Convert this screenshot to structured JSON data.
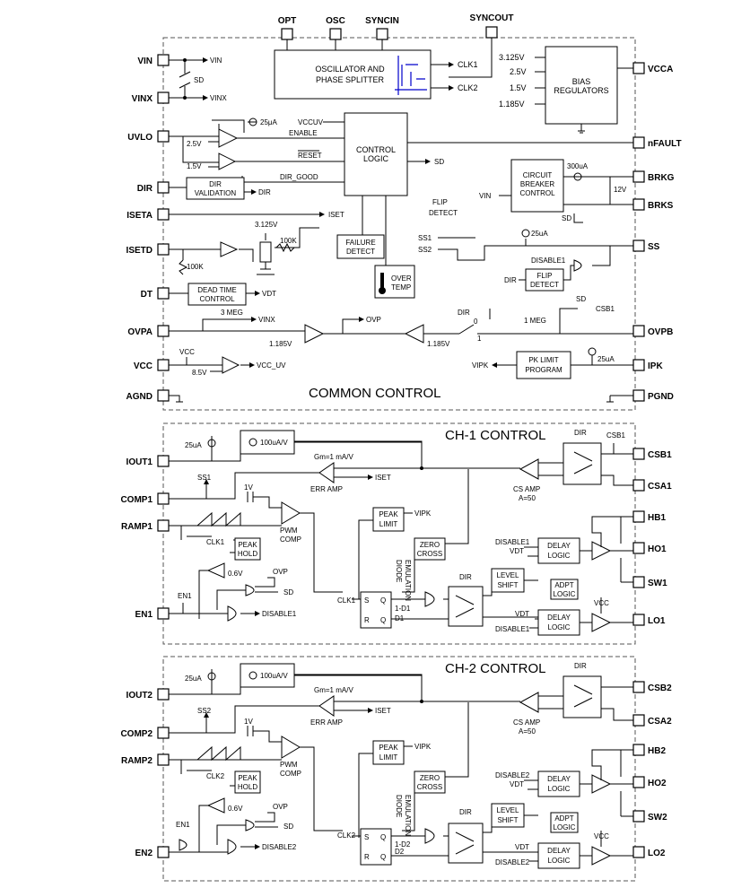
{
  "pins": {
    "top": {
      "opt": "OPT",
      "osc": "OSC",
      "syncin": "SYNCIN",
      "syncout": "SYNCOUT"
    },
    "left_common": {
      "vin": "VIN",
      "vinx": "VINX",
      "uvlo": "UVLO",
      "dir": "DIR",
      "iseta": "ISETA",
      "isetd": "ISETD",
      "dt": "DT",
      "ovpa": "OVPA",
      "vcc": "VCC",
      "agnd": "AGND"
    },
    "right_common": {
      "vcca": "VCCA",
      "nfault": "nFAULT",
      "brkg": "BRKG",
      "brks": "BRKS",
      "ss": "SS",
      "ovpb": "OVPB",
      "ipk": "IPK",
      "pgnd": "PGND"
    },
    "ch1_left": {
      "iout": "IOUT1",
      "comp": "COMP1",
      "ramp": "RAMP1",
      "en": "EN1"
    },
    "ch1_right": {
      "csb": "CSB1",
      "csa": "CSA1",
      "hb": "HB1",
      "ho": "HO1",
      "sw": "SW1",
      "lo": "LO1"
    },
    "ch2_left": {
      "iout": "IOUT2",
      "comp": "COMP2",
      "ramp": "RAMP2",
      "en": "EN2"
    },
    "ch2_right": {
      "csb": "CSB2",
      "csa": "CSA2",
      "hb": "HB2",
      "ho": "HO2",
      "sw": "SW2",
      "lo": "LO2"
    }
  },
  "sections": {
    "common": "COMMON CONTROL",
    "ch1": "CH-1 CONTROL",
    "ch2": "CH-2 CONTROL"
  },
  "common": {
    "osc_line1": "OSCILLATOR AND",
    "osc_line2": "PHASE SPLITTER",
    "clk1": "CLK1",
    "clk2": "CLK2",
    "bias_line1": "BIAS",
    "bias_line2": "REGULATORS",
    "v3125": "3.125V",
    "v25": "2.5V",
    "v15": "1.5V",
    "v1185": "1.185V",
    "vin_net": "VIN",
    "vinx_net": "VINX",
    "sd_sw": "SD",
    "i25ua": "25μA",
    "uvlo_25v": "2.5V",
    "uvlo_15v": "1.5V",
    "vccuv": "VCCUV",
    "enable": "ENABLE",
    "reset": "RESET",
    "dir_good": "DIR_GOOD",
    "ctrl_line1": "CONTROL",
    "ctrl_line2": "LOGIC",
    "sd_out": "SD",
    "fail_line1": "FAILURE",
    "fail_line2": "DETECT",
    "overtemp_line1": "OVER",
    "overtemp_line2": "TEMP",
    "dirval_line1": "DIR",
    "dirval_line2": "VALIDATION",
    "dir_out": "DIR",
    "iset": "ISET",
    "isetd_v": "3.125V",
    "r100k": "100K",
    "r100k2": "100K",
    "dt_line1": "DEAD TIME",
    "dt_line2": "CONTROL",
    "vdt": "VDT",
    "cb_line1": "CIRCUIT",
    "cb_line2": "BREAKER",
    "cb_line3": "CONTROL",
    "i300ua": "300uA",
    "v12": "12V",
    "cb_vin": "VIN",
    "cb_sd": "SD",
    "flip_label1": "FLIP",
    "flip_label2": "DETECT",
    "ss1": "SS1",
    "ss2": "SS2",
    "i25ua_ss": "25uA",
    "disable1": "DISABLE1",
    "flipdet_line1": "FLIP",
    "flipdet_line2": "DETECT",
    "flip_dir": "DIR",
    "r3meg": "3 MEG",
    "ovpa_vinx": "VINX",
    "ovp": "OVP",
    "ovpa_1185": "1.185V",
    "ovpb_1185": "1.185V",
    "ovpb_dir": "DIR",
    "ovpb_0": "0",
    "ovpb_1": "1",
    "ovpb_sd": "SD",
    "csb1": "CSB1",
    "r1meg": "1 MEG",
    "vcc_net": "VCC",
    "v85": "8.5V",
    "vcc_uv": "VCC_UV",
    "pk_line1": "PK LIMIT",
    "pk_line2": "PROGRAM",
    "vipk": "VIPK",
    "i25ua_ipk": "25uA"
  },
  "ch1": {
    "i25ua": "25uA",
    "gm_box": "100uA/V",
    "gm": "Gm=1 mA/V",
    "iset": "ISET",
    "err_amp": "ERR AMP",
    "cs_amp": "CS AMP",
    "cs_gain": "A=50",
    "dir": "DIR",
    "csb": "CSB1",
    "ss": "SS1",
    "v1": "1V",
    "pwm1": "PWM",
    "pwm2": "COMP",
    "clk": "CLK1",
    "peakhold1": "PEAK",
    "peakhold2": "HOLD",
    "peaklimit1": "PEAK",
    "peaklimit2": "LIMIT",
    "vipk": "VIPK",
    "zero1": "ZERO",
    "zero2": "CROSS",
    "diode1": "DIODE",
    "diode2": "EMULATION",
    "v06": "0.6V",
    "ovp": "OVP",
    "sd": "SD",
    "en": "EN1",
    "disable": "DISABLE1",
    "clk_ff": "CLK1",
    "s": "S",
    "r": "R",
    "q": "Q",
    "qb": "Q",
    "d": "1-D1",
    "dd": "D1",
    "sw_dir": "DIR",
    "ls1": "LEVEL",
    "ls2": "SHIFT",
    "dis_a": "DISABLE1",
    "vdt_a": "VDT",
    "dl1": "DELAY",
    "dl2": "LOGIC",
    "adpt1": "ADPT",
    "adpt2": "LOGIC",
    "vcc": "VCC",
    "vdt_b": "VDT",
    "dis_b": "DISABLE1"
  },
  "ch2": {
    "i25ua": "25uA",
    "gm_box": "100uA/V",
    "gm": "Gm=1 mA/V",
    "iset": "ISET",
    "err_amp": "ERR AMP",
    "cs_amp": "CS AMP",
    "cs_gain": "A=50",
    "dir": "DIR",
    "csb": "",
    "ss": "SS2",
    "v1": "1V",
    "pwm1": "PWM",
    "pwm2": "COMP",
    "clk": "CLK2",
    "peakhold1": "PEAK",
    "peakhold2": "HOLD",
    "peaklimit1": "PEAK",
    "peaklimit2": "LIMIT",
    "vipk": "VIPK",
    "zero1": "ZERO",
    "zero2": "CROSS",
    "diode1": "DIODE",
    "diode2": "EMULATION",
    "v06": "0.6V",
    "ovp": "OVP",
    "sd": "SD",
    "en": "EN1",
    "disable": "DISABLE2",
    "clk_ff": "CLK2",
    "s": "S",
    "r": "R",
    "q": "Q",
    "qb": "Q",
    "d": "1-D2",
    "dd": "D2",
    "sw_dir": "DIR",
    "ls1": "LEVEL",
    "ls2": "SHIFT",
    "dis_a": "DISABLE2",
    "vdt_a": "VDT",
    "dl1": "DELAY",
    "dl2": "LOGIC",
    "adpt1": "ADPT",
    "adpt2": "LOGIC",
    "vcc": "VCC",
    "vdt_b": "VDT",
    "dis_b": "DISABLE2"
  }
}
